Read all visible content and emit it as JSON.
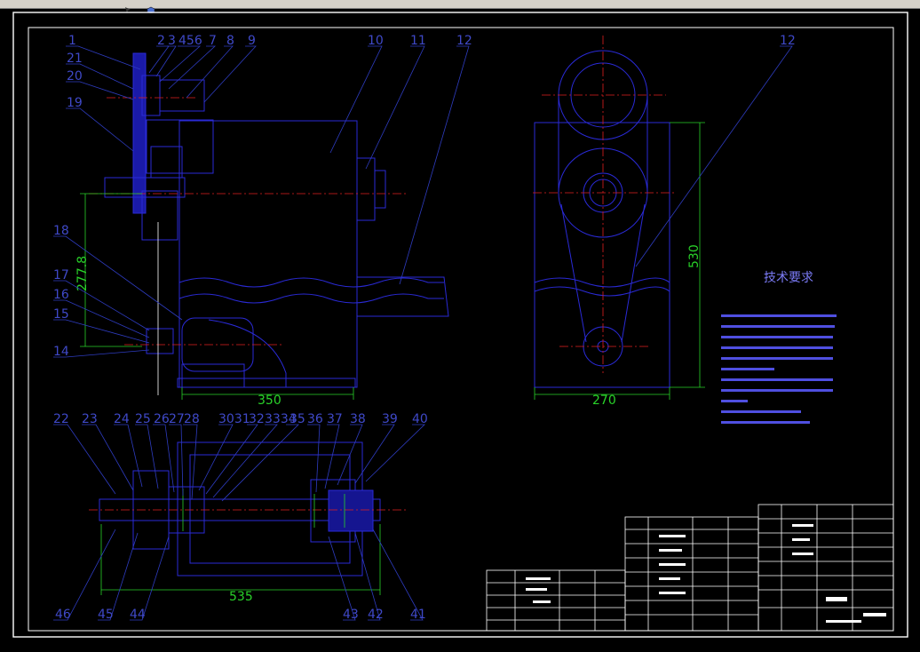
{
  "toolbar": {
    "icons": [
      "cursor-icon",
      "box-icon"
    ]
  },
  "colors": {
    "background": "#000000",
    "outline": "#2a2ad6",
    "leader": "#2e3cc0",
    "centerline": "#e02020",
    "dimension": "#29d229",
    "border": "#ffffff"
  },
  "balloons": {
    "b1": "1",
    "b2": "2",
    "b3": "3",
    "b456": "456",
    "b7": "7",
    "b8": "8",
    "b9": "9",
    "b10": "10",
    "b11": "11",
    "b12a": "12",
    "b12b": "12",
    "b21": "21",
    "b20": "20",
    "b19": "19",
    "b18": "18",
    "b17": "17",
    "b16": "16",
    "b15": "15",
    "b14": "14",
    "b22": "22",
    "b23": "23",
    "b24": "24",
    "b25": "25",
    "b26": "26",
    "b27": "27",
    "b28": "28",
    "b3031": "3031",
    "b32": "32",
    "b3334": "3334",
    "b35": "35",
    "b36": "36",
    "b37": "37",
    "b38": "38",
    "b39": "39",
    "b40": "40",
    "b46": "46",
    "b45": "45",
    "b44": "44",
    "b43": "43",
    "b42": "42",
    "b41": "41"
  },
  "dimensions": {
    "height_277": "277.8",
    "width_350": "350",
    "height_530": "530",
    "width_270": "270",
    "width_535": "535"
  },
  "notes": {
    "title": "技术要求"
  }
}
